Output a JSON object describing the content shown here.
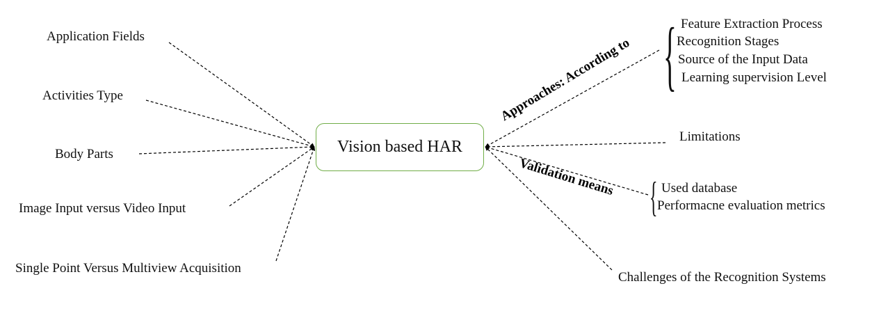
{
  "center": {
    "label": "Vision based HAR"
  },
  "left_nodes": [
    "Application Fields",
    "Activities Type",
    "Body Parts",
    "Image Input versus Video Input",
    "Single Point Versus Multiview Acquisition"
  ],
  "right_nodes": {
    "limitations": "Limitations",
    "challenges": "Challenges of the Recognition Systems"
  },
  "approaches": {
    "edge_label": "Approaches: According to",
    "items": [
      "Feature Extraction Process",
      "Recognition Stages",
      "Source of the Input Data",
      "Learning supervision Level"
    ]
  },
  "validation": {
    "edge_label": "Validation means",
    "items": [
      "Used database",
      "Performacne evaluation metrics"
    ]
  },
  "colors": {
    "box_border": "#70ad47",
    "line": "#000000"
  }
}
